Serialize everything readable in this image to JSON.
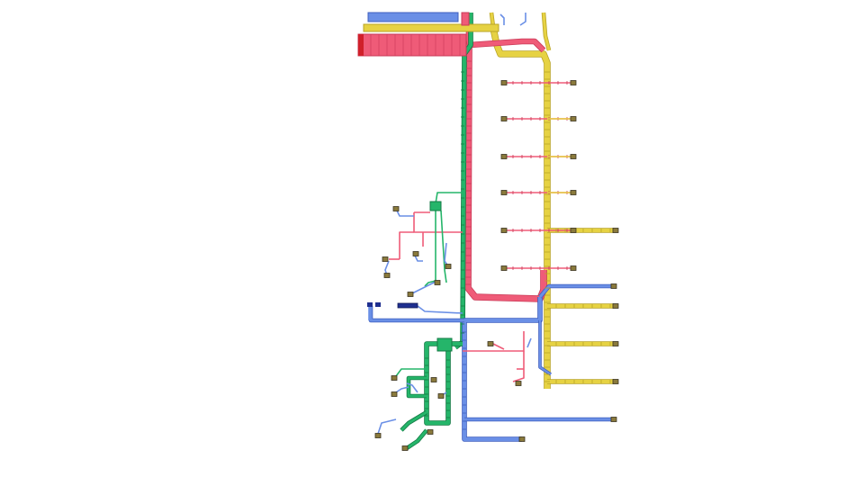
{
  "diagram": {
    "type": "wiring-harness-layout",
    "background": "#ffffff",
    "colors": {
      "red": "#ef5b78",
      "red_dark": "#c93a57",
      "yellow": "#e6d243",
      "yellow_dark": "#b9a426",
      "blue": "#6a8fe6",
      "blue_dark": "#3f5fbf",
      "green": "#25b56a",
      "green_dark": "#137a44",
      "navy": "#1f2f8f",
      "connector": "#8a7a3c"
    },
    "harness_branches": [
      {
        "name": "red-branch",
        "color": "red"
      },
      {
        "name": "yellow-branch",
        "color": "yellow"
      },
      {
        "name": "blue-branch",
        "color": "blue"
      },
      {
        "name": "green-branch",
        "color": "green"
      }
    ]
  }
}
